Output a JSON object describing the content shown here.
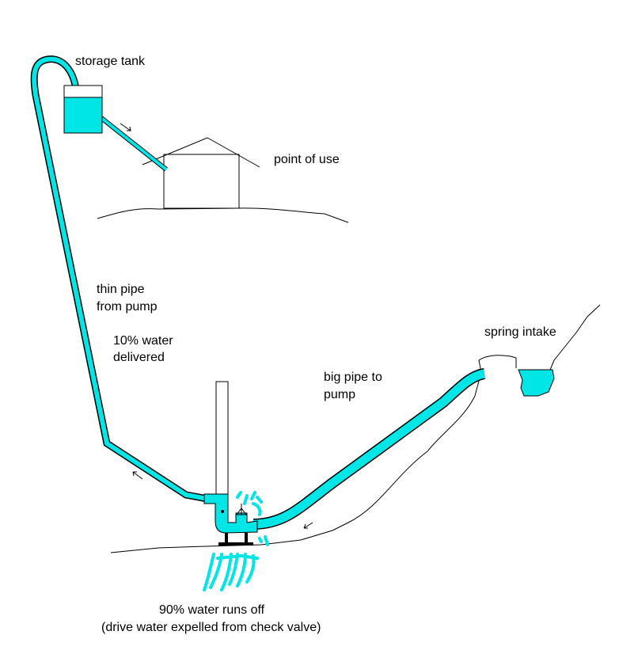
{
  "labels": {
    "storage_tank": "storage tank",
    "point_of_use": "point of use",
    "thin_pipe_1": "thin pipe",
    "thin_pipe_2": "from pump",
    "delivered_1": "10% water",
    "delivered_2": "delivered",
    "big_pipe_1": "big pipe to",
    "big_pipe_2": "pump",
    "spring_intake": "spring intake",
    "runoff_1": "90% water runs off",
    "runoff_2": "(drive water expelled from check valve)"
  },
  "colors": {
    "water": "#00e5e5",
    "line": "#000000"
  }
}
